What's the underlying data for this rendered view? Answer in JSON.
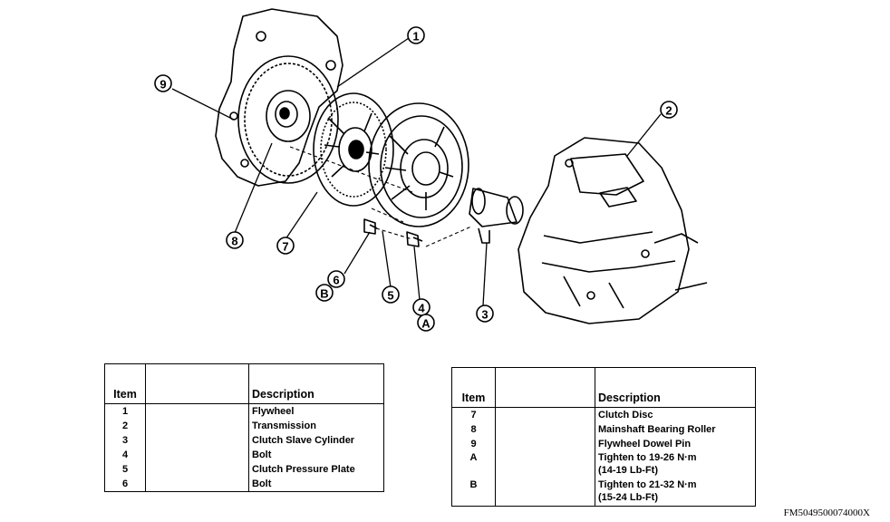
{
  "callouts": {
    "c1": "1",
    "c2": "2",
    "c3": "3",
    "c4": "4",
    "c5": "5",
    "c6": "6",
    "c7": "7",
    "c8": "8",
    "c9": "9",
    "cA": "A",
    "cB": "B"
  },
  "left_table": {
    "header_item": "Item",
    "header_description": "Description",
    "rows": [
      {
        "item": "1",
        "description": "Flywheel"
      },
      {
        "item": "2",
        "description": "Transmission"
      },
      {
        "item": "3",
        "description": "Clutch Slave Cylinder"
      },
      {
        "item": "4",
        "description": "Bolt"
      },
      {
        "item": "5",
        "description": "Clutch Pressure Plate"
      },
      {
        "item": "6",
        "description": "Bolt"
      }
    ]
  },
  "right_table": {
    "header_item": "Item",
    "header_description": "Description",
    "rows": [
      {
        "item": "7",
        "description": "Clutch Disc"
      },
      {
        "item": "8",
        "description": "Mainshaft Bearing Roller"
      },
      {
        "item": "9",
        "description": "Flywheel Dowel Pin"
      },
      {
        "item": "A",
        "description_line1": "Tighten to 19-26 N·m",
        "description_line2": "(14-19 Lb-Ft)"
      },
      {
        "item": "B",
        "description_line1": "Tighten to 21-32 N·m",
        "description_line2": "(15-24 Lb-Ft)"
      }
    ]
  },
  "figure_code": "FM5049500074000X"
}
